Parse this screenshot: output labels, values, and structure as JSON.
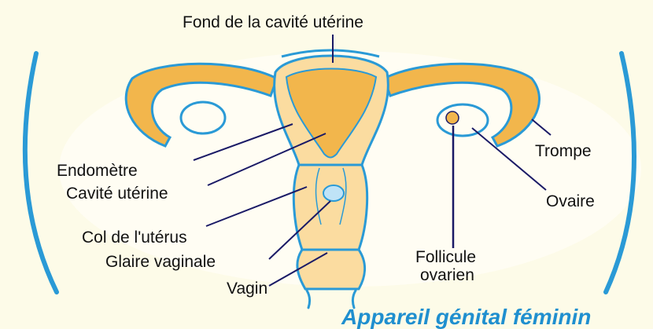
{
  "caption": "Appareil génital féminin",
  "labels": {
    "fond": "Fond de la cavité utérine",
    "endometre": "Endomètre",
    "cavite": "Cavité utérine",
    "col": "Col de l'utérus",
    "glaire": "Glaire vaginale",
    "vagin": "Vagin",
    "follicule_line1": "Follicule",
    "follicule_line2": "ovarien",
    "trompe": "Trompe",
    "ovaire": "Ovaire"
  },
  "colors": {
    "background": "#fdfbe8",
    "halo": "#fffdf3",
    "outline": "#2a9ad6",
    "fill_orange": "#f2b64c",
    "fill_pale": "#fbdca0",
    "leader": "#1a1a66",
    "caption": "#1f8fcf"
  }
}
